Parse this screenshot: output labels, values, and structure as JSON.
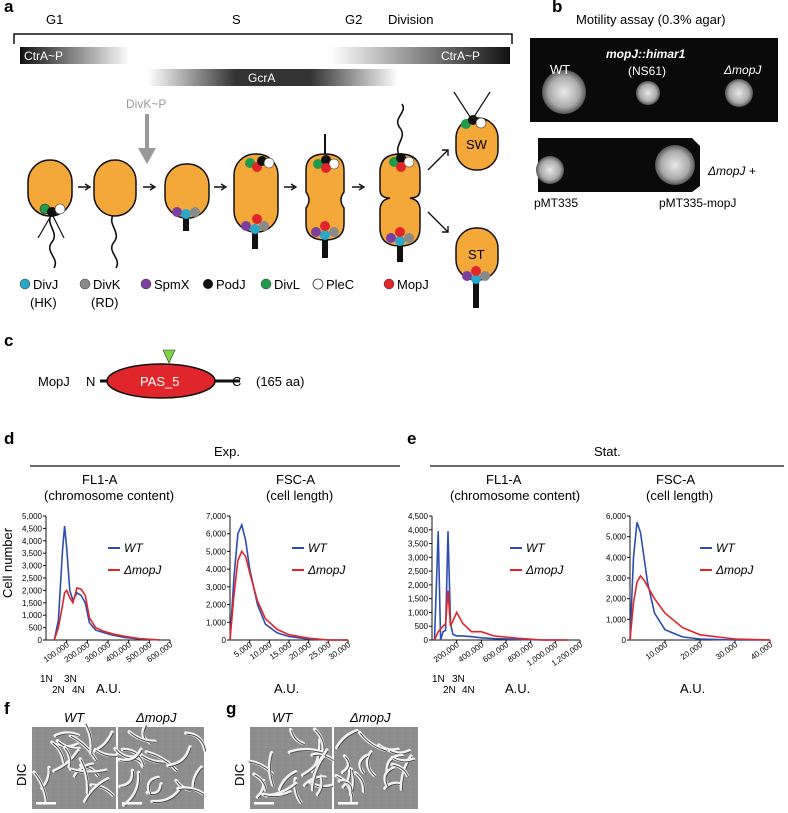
{
  "panels": {
    "a": "a",
    "b": "b",
    "c": "c",
    "d": "d",
    "e": "e",
    "f": "f",
    "g": "g"
  },
  "phases": {
    "g1": "G1",
    "s": "S",
    "g2": "G2",
    "division": "Division"
  },
  "regulators": {
    "ctra1": "CtrA~P",
    "ctra2": "CtrA~P",
    "gcra": "GcrA",
    "divk": "DivK~P"
  },
  "cells": {
    "sw": "SW",
    "st": "ST"
  },
  "legend": [
    {
      "label": "DivJ",
      "sub": "(HK)",
      "color": "#2aa7c9"
    },
    {
      "label": "DivK",
      "sub": "(RD)",
      "color": "#8a8a8a"
    },
    {
      "label": "SpmX",
      "sub": "",
      "color": "#7b3fa0"
    },
    {
      "label": "PodJ",
      "sub": "",
      "color": "#111111"
    },
    {
      "label": "DivL",
      "sub": "",
      "color": "#1f9a4a"
    },
    {
      "label": "PleC",
      "sub": "",
      "color": "#ffffff"
    },
    {
      "label": "MopJ",
      "sub": "",
      "color": "#e0262b"
    }
  ],
  "motility": {
    "title": "Motility assay (0.3% agar)",
    "wt": "WT",
    "mutant": "mopJ::himar1",
    "mutant_sub": "(NS61)",
    "delta": "ΔmopJ",
    "delta_plus": "ΔmopJ +",
    "vector": "pMT335",
    "complement": "pMT335-mopJ"
  },
  "domain_c": {
    "protein": "MopJ",
    "n": "N",
    "c": "C",
    "domain": "PAS_5",
    "length": "(165 aa)"
  },
  "flow": {
    "exp": "Exp.",
    "stat": "Stat.",
    "fl1": "FL1-A",
    "fl1_sub": "(chromosome content)",
    "fsc": "FSC-A",
    "fsc_sub": "(cell length)",
    "ylabel": "Cell number",
    "xunit": "A.U.",
    "ploidy": [
      "1N",
      "2N",
      "3N",
      "4N"
    ],
    "wt": "WT",
    "mut": "ΔmopJ",
    "wt_color": "#2b4fb0",
    "mut_color": "#e0262b"
  },
  "chart_data": [
    {
      "type": "line",
      "ylabel": "Cell number",
      "xlabel": "A.U.",
      "xlim": [
        0,
        600000
      ],
      "ylim": [
        0,
        5000
      ],
      "y_ticks": [
        0,
        500,
        1000,
        1500,
        2000,
        2500,
        3000,
        3500,
        4000,
        4500,
        5000
      ],
      "x_ticks": [
        100000,
        200000,
        300000,
        400000,
        500000,
        600000
      ],
      "series": [
        {
          "name": "WT",
          "x": [
            40000,
            60000,
            80000,
            90000,
            100000,
            115000,
            130000,
            150000,
            170000,
            190000,
            210000,
            240000,
            280000,
            320000,
            380000,
            450000,
            550000
          ],
          "y": [
            0,
            800,
            3600,
            4600,
            3700,
            2000,
            1600,
            1900,
            1800,
            1500,
            700,
            400,
            300,
            200,
            100,
            50,
            0
          ]
        },
        {
          "name": "ΔmopJ",
          "x": [
            40000,
            60000,
            80000,
            90000,
            100000,
            115000,
            130000,
            150000,
            170000,
            190000,
            210000,
            240000,
            280000,
            320000,
            380000,
            450000,
            550000
          ],
          "y": [
            0,
            500,
            1400,
            1900,
            2000,
            1700,
            1500,
            2100,
            2050,
            1800,
            900,
            500,
            350,
            250,
            150,
            60,
            0
          ]
        }
      ]
    },
    {
      "type": "line",
      "ylabel": "",
      "xlabel": "A.U.",
      "xlim": [
        0,
        30000
      ],
      "ylim": [
        0,
        7000
      ],
      "y_ticks": [
        0,
        1000,
        2000,
        3000,
        4000,
        5000,
        6000,
        7000
      ],
      "x_ticks": [
        5000,
        10000,
        15000,
        20000,
        25000,
        30000
      ],
      "series": [
        {
          "name": "WT",
          "x": [
            0,
            1000,
            2000,
            3000,
            4000,
            5000,
            7000,
            9000,
            12000,
            15000,
            20000,
            25000,
            30000
          ],
          "y": [
            0,
            3500,
            6000,
            6500,
            5600,
            4000,
            2000,
            900,
            400,
            200,
            50,
            0,
            0
          ]
        },
        {
          "name": "ΔmopJ",
          "x": [
            0,
            1000,
            2000,
            3000,
            4000,
            5000,
            7000,
            9000,
            12000,
            15000,
            20000,
            25000,
            30000
          ],
          "y": [
            0,
            2500,
            4500,
            5000,
            4700,
            3800,
            2200,
            1200,
            600,
            300,
            100,
            0,
            0
          ]
        }
      ]
    },
    {
      "type": "line",
      "ylabel": "Cell number",
      "xlabel": "A.U.",
      "xlim": [
        0,
        1200000
      ],
      "ylim": [
        0,
        4500
      ],
      "y_ticks": [
        0,
        500,
        1000,
        1500,
        2000,
        2500,
        3000,
        3500,
        4000,
        4500
      ],
      "x_ticks": [
        200000,
        400000,
        600000,
        800000,
        1000000,
        1200000
      ],
      "series": [
        {
          "name": "WT",
          "x": [
            20000,
            50000,
            70000,
            90000,
            110000,
            130000,
            150000,
            170000,
            200000,
            250000,
            320000,
            400000,
            500000,
            700000,
            900000,
            1100000
          ],
          "y": [
            0,
            3950,
            0,
            300,
            350,
            3950,
            600,
            200,
            150,
            150,
            120,
            80,
            50,
            20,
            0,
            0
          ]
        },
        {
          "name": "ΔmopJ",
          "x": [
            20000,
            50000,
            70000,
            90000,
            110000,
            130000,
            150000,
            170000,
            200000,
            250000,
            320000,
            400000,
            500000,
            700000,
            900000,
            1100000
          ],
          "y": [
            0,
            300,
            400,
            500,
            600,
            1800,
            500,
            700,
            1000,
            600,
            300,
            300,
            150,
            60,
            0,
            0
          ]
        }
      ]
    },
    {
      "type": "line",
      "ylabel": "",
      "xlabel": "A.U.",
      "xlim": [
        0,
        40000
      ],
      "ylim": [
        0,
        6000
      ],
      "y_ticks": [
        0,
        1000,
        2000,
        3000,
        4000,
        5000,
        6000
      ],
      "x_ticks": [
        10000,
        20000,
        30000,
        40000
      ],
      "series": [
        {
          "name": "WT",
          "x": [
            0,
            1000,
            2000,
            3000,
            4000,
            5000,
            7000,
            10000,
            15000,
            20000,
            30000,
            40000
          ],
          "y": [
            0,
            4000,
            5700,
            5200,
            4000,
            2800,
            1300,
            500,
            150,
            50,
            0,
            0
          ]
        },
        {
          "name": "ΔmopJ",
          "x": [
            0,
            1000,
            2000,
            3000,
            4000,
            5000,
            7000,
            10000,
            15000,
            20000,
            30000,
            40000
          ],
          "y": [
            0,
            1800,
            2800,
            3100,
            2900,
            2600,
            2000,
            1300,
            600,
            250,
            50,
            0
          ]
        }
      ]
    }
  ],
  "micro": {
    "dic": "DIC",
    "wt": "WT",
    "mut": "ΔmopJ"
  }
}
